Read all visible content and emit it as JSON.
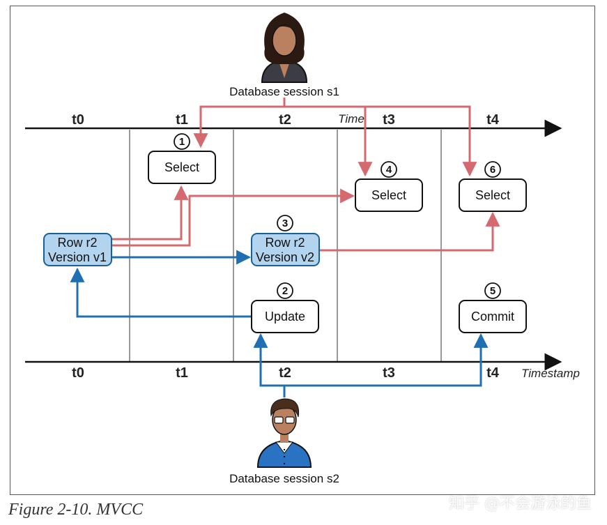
{
  "figure": {
    "caption": "Figure 2-10. MVCC",
    "watermark": "知乎 @不会游泳的鱼"
  },
  "sessions": {
    "s1_label": "Database session s1",
    "s2_label": "Database session s2"
  },
  "axes": {
    "time_title": "Time",
    "timestamp_title": "Timestamp",
    "top_ticks": [
      "t0",
      "t1",
      "t2",
      "t3",
      "t4"
    ],
    "bottom_ticks": [
      "t0",
      "t1",
      "t2",
      "t3",
      "t4"
    ]
  },
  "boxes": {
    "row_v1": [
      "Row r2",
      "Version v1"
    ],
    "row_v2": [
      "Row r2",
      "Version v2"
    ],
    "select1": "Select",
    "select4": "Select",
    "select6": "Select",
    "update": "Update",
    "commit": "Commit"
  },
  "steps": {
    "s1": "1",
    "s2": "2",
    "s3": "3",
    "s4": "4",
    "s5": "5",
    "s6": "6"
  },
  "colors": {
    "red_arrow": "#d46a6f",
    "blue_arrow": "#1f6fb2",
    "row_fill": "#b3d4ee",
    "row_stroke": "#1c5f95",
    "skin": "#b98160",
    "hair_s1": "#2a1a12",
    "hair_s2": "#4a2e1c",
    "shirt_s1": "#3c3c44",
    "shirt_s2": "#2a73c2"
  }
}
